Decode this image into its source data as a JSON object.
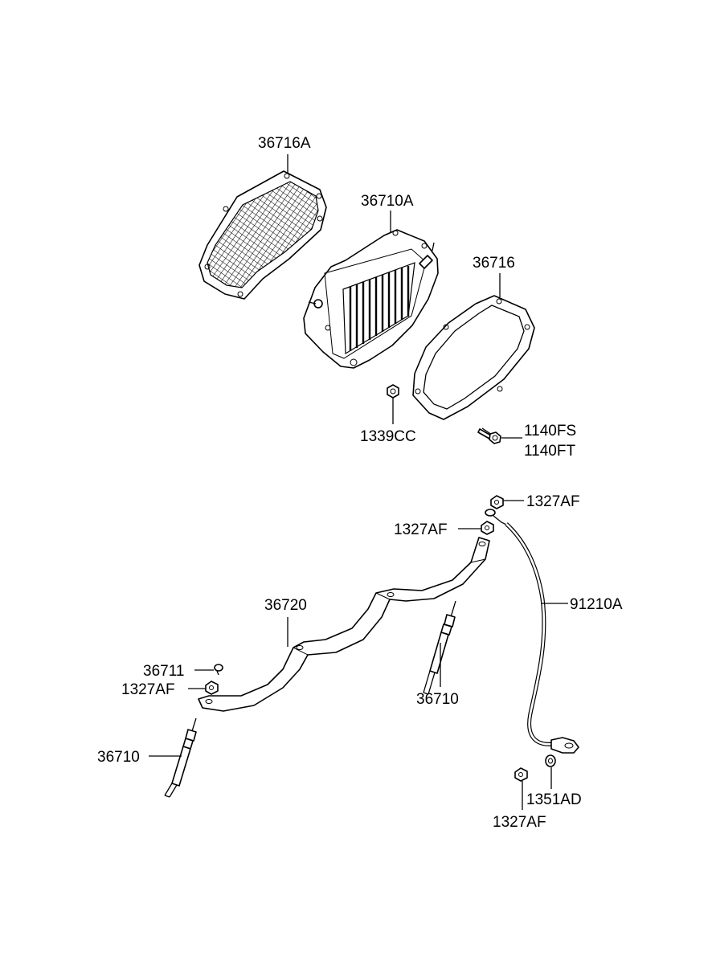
{
  "diagram": {
    "labels": {
      "grille_a": "36716A",
      "heater_a": "36710A",
      "gasket": "36716",
      "nut_1339": "1339CC",
      "bolt_fs": "1140FS",
      "bolt_ft": "1140FT",
      "nut_top_right": "1327AF",
      "nut_top_left": "1327AF",
      "bracket": "36720",
      "cable": "91210A",
      "screw": "36711",
      "nut_left": "1327AF",
      "plug_left": "36710",
      "plug_mid": "36710",
      "washer": "1351AD",
      "nut_bottom": "1327AF"
    },
    "icons": [
      "grille-mesh",
      "heater-core",
      "gasket-frame",
      "hex-nut",
      "flange-bolt",
      "glow-plug",
      "bus-bar-bracket",
      "ground-cable",
      "washer",
      "screw"
    ]
  }
}
